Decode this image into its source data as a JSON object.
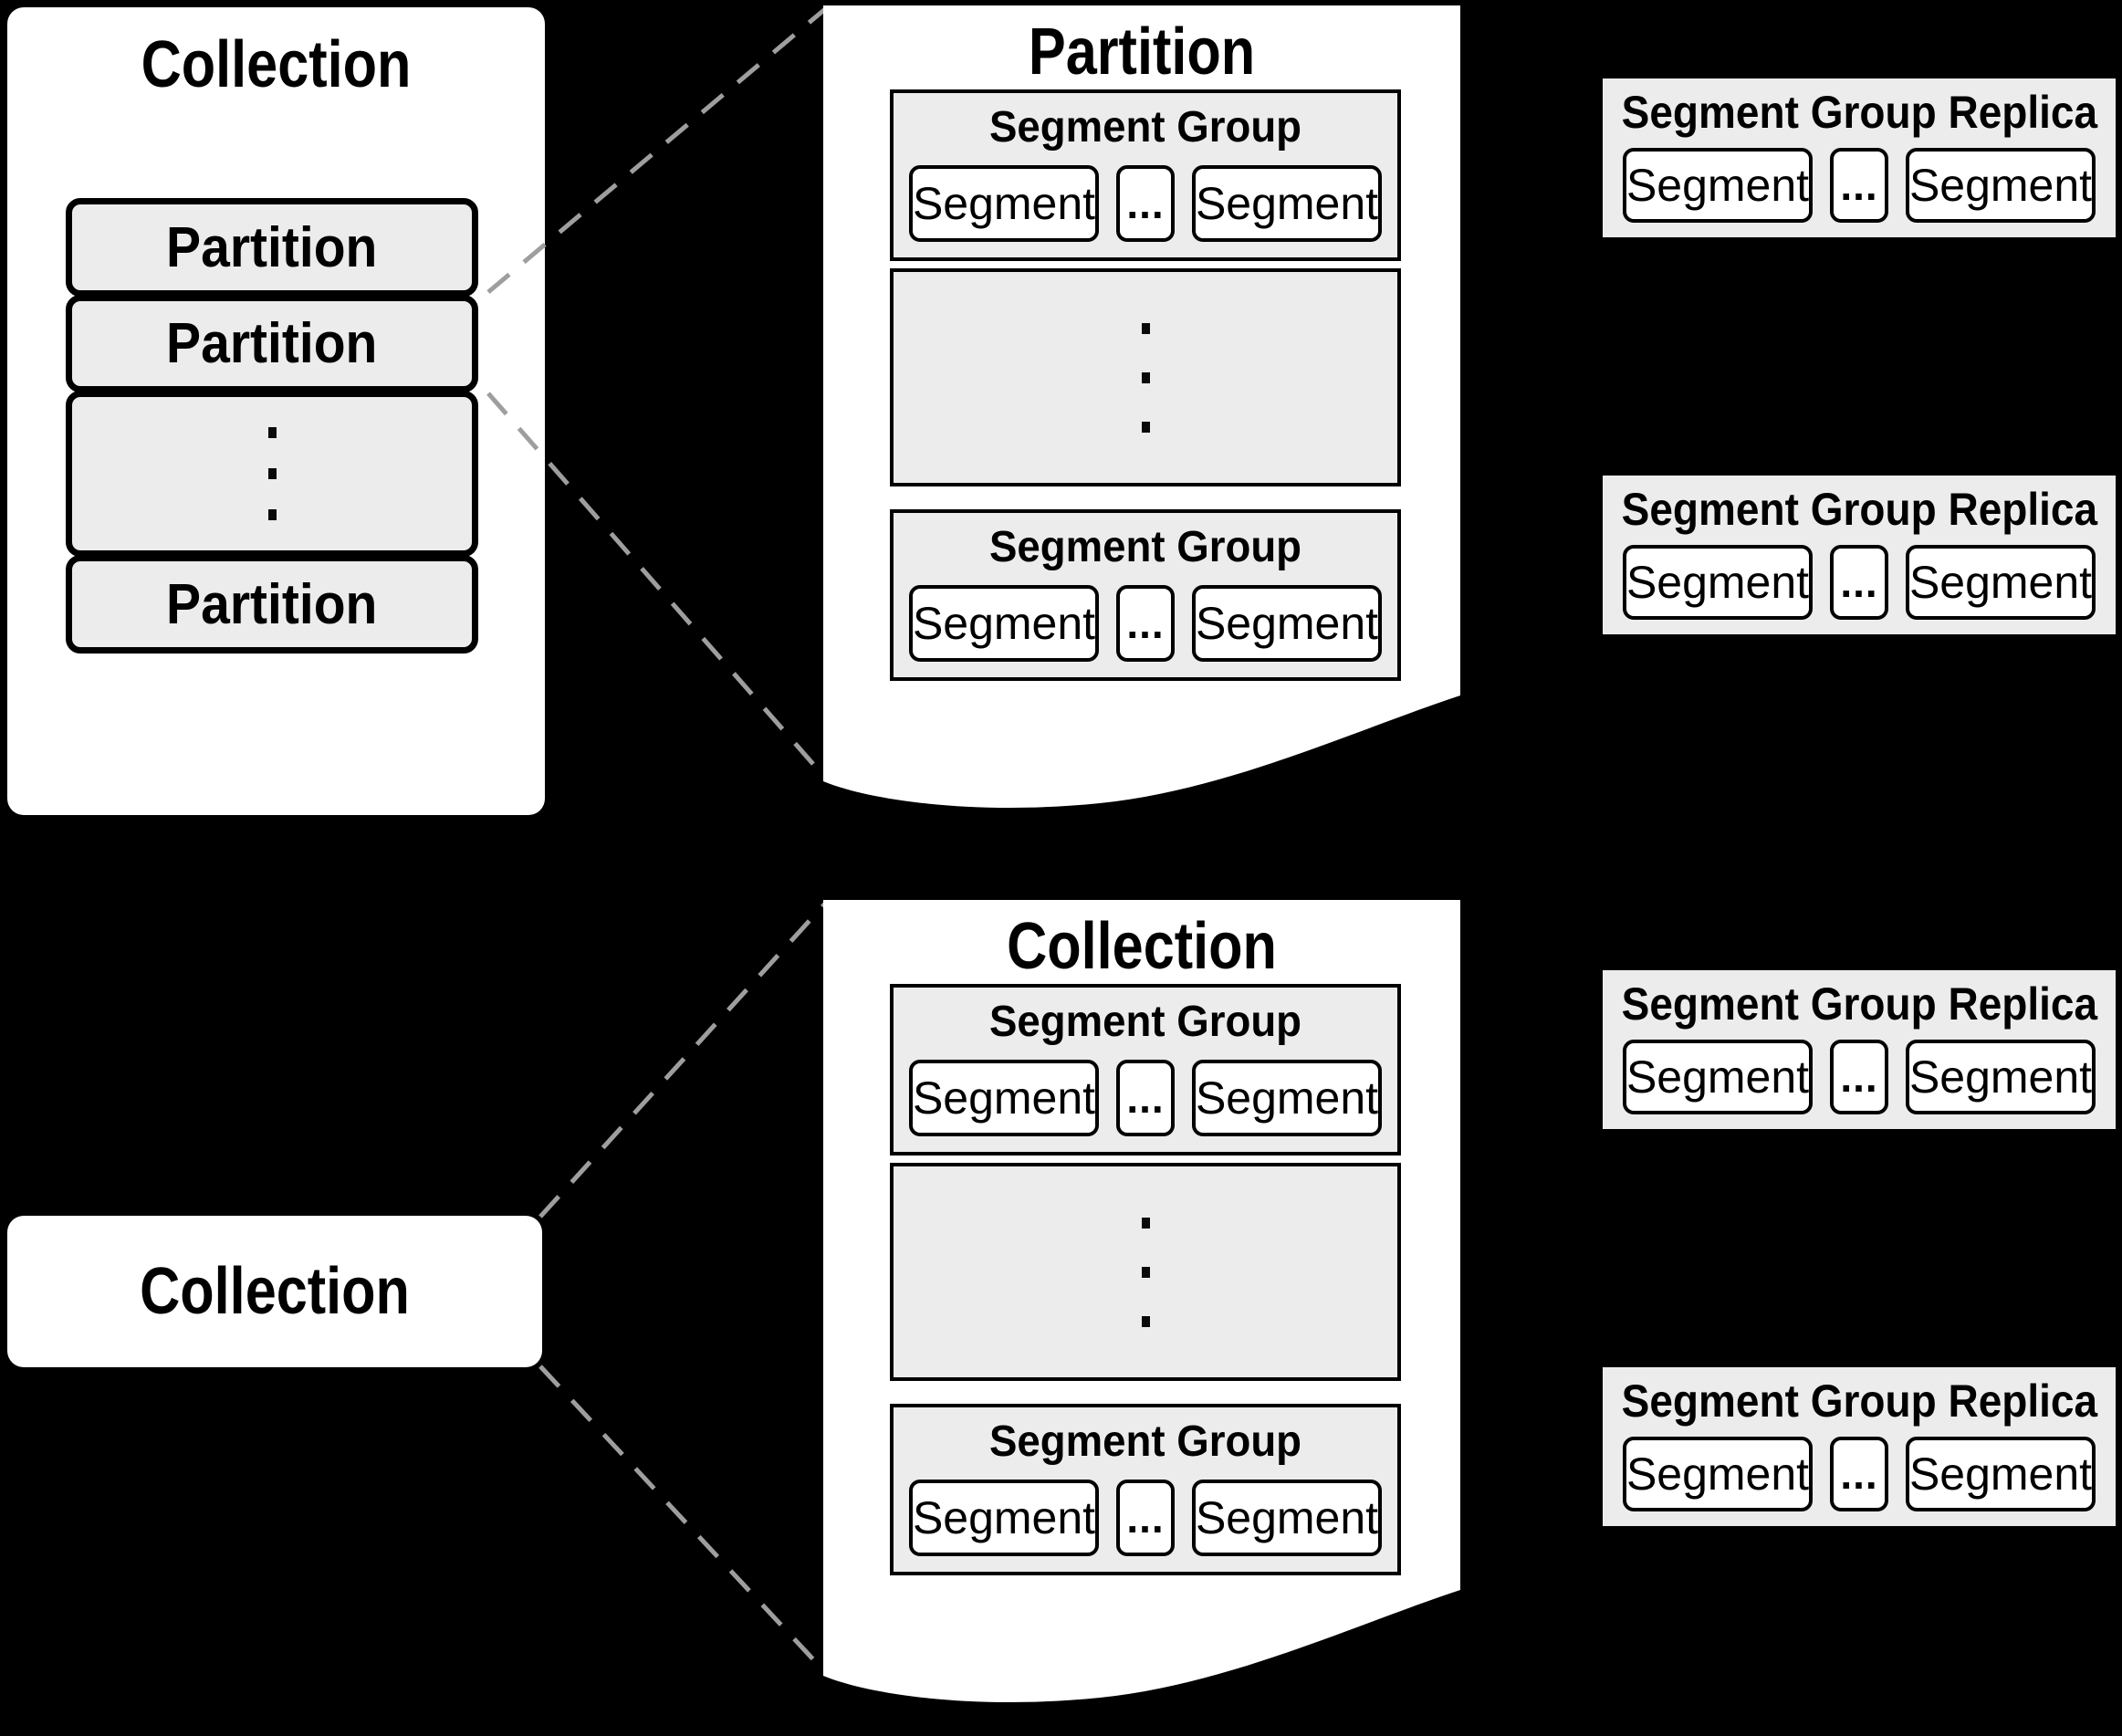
{
  "colors": {
    "background": "#000000",
    "panel_fill": "#ffffff",
    "box_fill": "#ececec",
    "border": "#000000",
    "callout_line": "#9e9e9e"
  },
  "left_collection": {
    "title": "Collection",
    "partitions": [
      "Partition",
      "Partition",
      "Partition"
    ]
  },
  "partition_detail": {
    "title": "Partition",
    "segment_groups": [
      {
        "title": "Segment Group",
        "segments": [
          "Segment",
          "...",
          "Segment"
        ]
      },
      {
        "title": "Segment Group",
        "segments": [
          "Segment",
          "...",
          "Segment"
        ]
      }
    ]
  },
  "collection_label": {
    "title": "Collection"
  },
  "collection_detail": {
    "title": "Collection",
    "segment_groups": [
      {
        "title": "Segment Group",
        "segments": [
          "Segment",
          "...",
          "Segment"
        ]
      },
      {
        "title": "Segment Group",
        "segments": [
          "Segment",
          "...",
          "Segment"
        ]
      }
    ]
  },
  "replicas": [
    {
      "title": "Segment Group Replica",
      "segments": [
        "Segment",
        "...",
        "Segment"
      ]
    },
    {
      "title": "Segment Group Replica",
      "segments": [
        "Segment",
        "...",
        "Segment"
      ]
    },
    {
      "title": "Segment Group Replica",
      "segments": [
        "Segment",
        "...",
        "Segment"
      ]
    },
    {
      "title": "Segment Group Replica",
      "segments": [
        "Segment",
        "...",
        "Segment"
      ]
    }
  ]
}
